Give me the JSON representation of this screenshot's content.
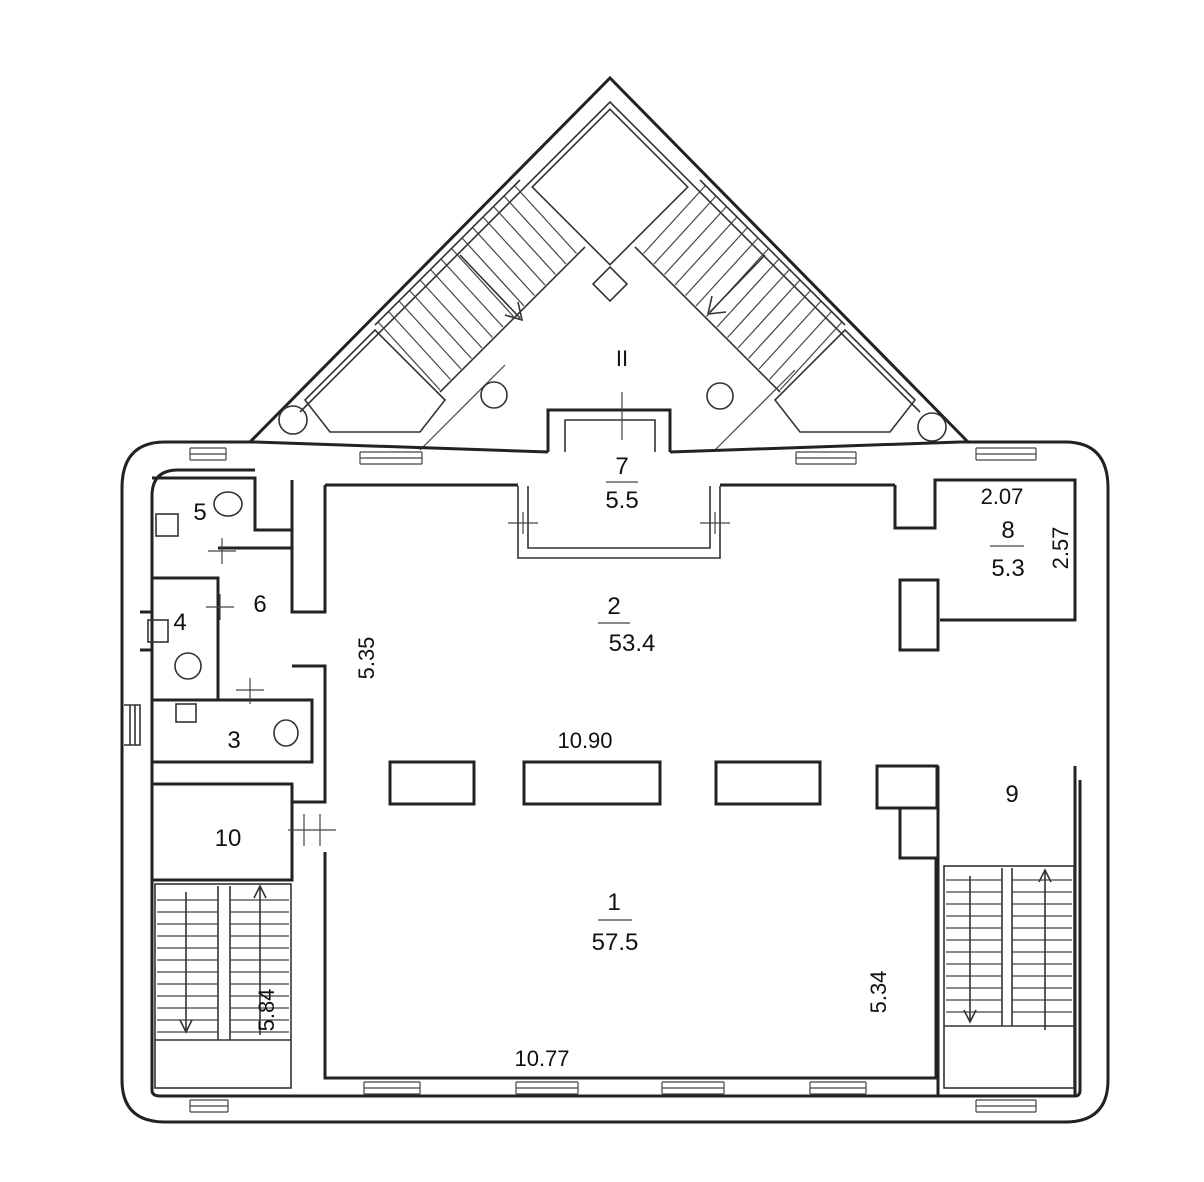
{
  "rooms": {
    "r1": {
      "number": "1",
      "area": "57.5"
    },
    "r2": {
      "number": "2",
      "area": "53.4"
    },
    "r3": {
      "number": "3"
    },
    "r4": {
      "number": "4"
    },
    "r5": {
      "number": "5"
    },
    "r6": {
      "number": "6"
    },
    "r7": {
      "number": "7",
      "area": "5.5"
    },
    "r8": {
      "number": "8",
      "area": "5.3"
    },
    "r9": {
      "number": "9"
    },
    "r10": {
      "number": "10"
    }
  },
  "stair_label": "II",
  "dimensions": {
    "top_width": "10.90",
    "bottom_width": "10.77",
    "left_height": "5.35",
    "right_height": "5.34",
    "stair_height": "5.84",
    "room8_width": "2.07",
    "room8_height": "2.57"
  }
}
